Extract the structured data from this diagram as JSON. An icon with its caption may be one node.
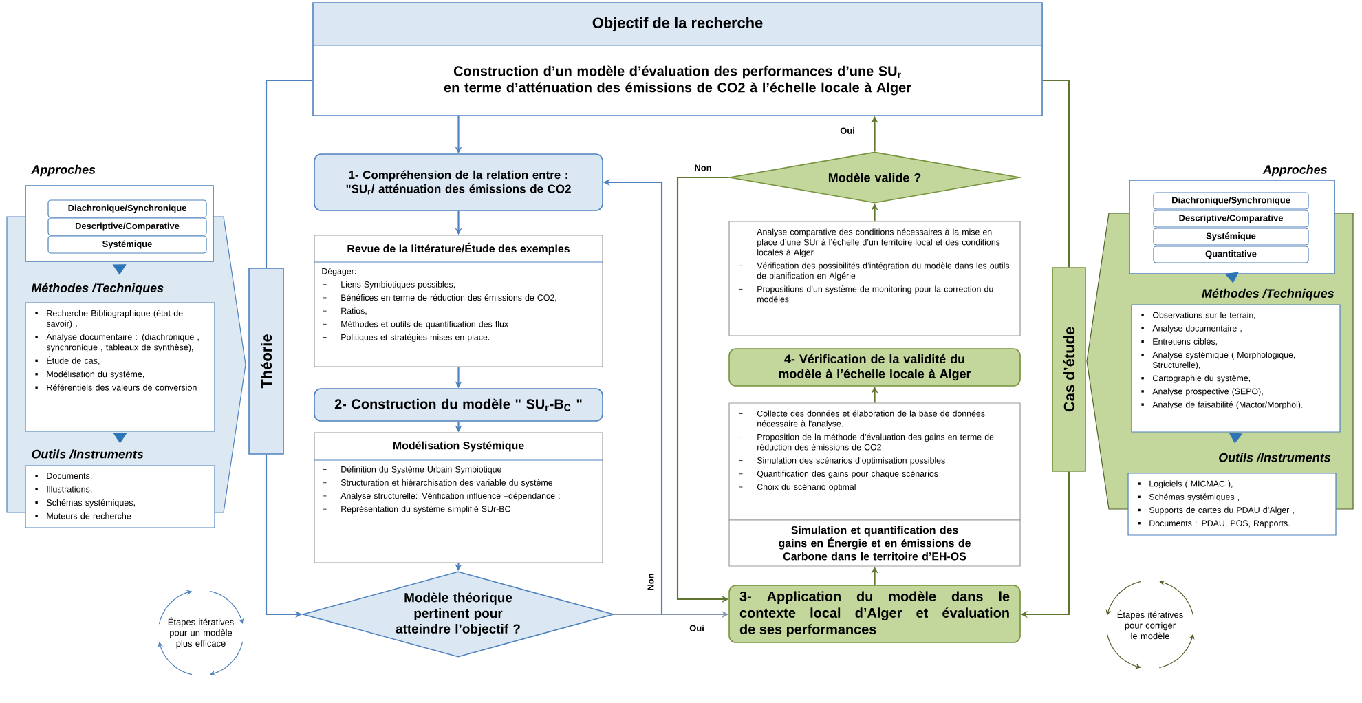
{
  "diagram": {
    "nodes": [
      {
        "text": [
          "Objectif de la recherche",
          "Construction d’un modèle d’évaluation des performances d’une SU$_{r}$ en terme d’atténuation des émissions de CO2 à l’échelle locale à Alger"
        ]
      },
      {
        "text": [
          "Théorie"
        ]
      },
      {
        "text": [
          "Approches"
        ]
      },
      {
        "text": [
          "Diachronique/Synchronique"
        ],
        "in": 2
      },
      {
        "text": [
          "Descriptive/Comparative"
        ],
        "in": 2
      },
      {
        "text": [
          "Systémique"
        ],
        "in": 2
      },
      {
        "text": [
          "Méthodes /Techniques",
          "Recherche Bibliographique (état de savoir) ,",
          "Analyse documentaire : (diachronique , synchronique , tableaux de synthèse),",
          "Étude de cas,",
          "Modélisation du système,",
          "Référentiels des valeurs de conversion"
        ]
      },
      {
        "text": [
          "Outils /Instruments",
          "Documents,",
          "Illustrations,",
          "Schémas systémiques,",
          "Moteurs de recherche"
        ]
      },
      {
        "text": [
          "1- Compréhension de la relation entre : \"SU$_{r}$/ atténuation des émissions de CO2"
        ]
      },
      {
        "text": [
          "Revue de la littérature/Étude des exemples",
          "Dégager:",
          "Liens Symbiotiques possibles,",
          "Bénéfices en terme de réduction des émissions de CO2,",
          "Ratios,",
          "Méthodes et outils de quantification des flux",
          "Politiques et stratégies mises en place."
        ]
      },
      {
        "text": [
          "2- Construction du modèle \" SU$_{r}$-B$_{C}$ \""
        ]
      },
      {
        "text": [
          "Modélisation Systémique",
          "Définition du Système Urbain Symbiotique",
          "Structuration et hiérarchisation des variable du système",
          "Analyse structurelle: Vérification influence –dépendance :",
          "Représentation du système simplifié SUr-BC"
        ]
      },
      {
        "text": [
          "Modèle théorique pertinent pour atteindre l’objectif ?"
        ]
      },
      {
        "text": [
          "Modèle valide ?"
        ]
      },
      {
        "text": [
          "Analyse comparative des conditions nécessaires à la mise en place d’une SUr à l’échelle d’un territoire local et des conditions locales à Alger",
          "Vérification des possibilités d’intégration du modèle dans les outils de planification en Algérie",
          "Propositions d’un système de monitoring pour la correction du modèles"
        ]
      },
      {
        "text": [
          "4- Vérification de la validité du modèle à l’échelle locale à Alger"
        ]
      },
      {
        "text": [
          "Collecte des données et élaboration de la base de données nécessaire à l'analyse.",
          "Proposition de la méthode d’évaluation des gains en terme de réduction des émissions de CO2",
          "Simulation des scénarios d’optimisation possibles",
          "Quantification des gains pour chaque scénarios",
          "Choix du scénario optimal"
        ]
      },
      {
        "text": [
          "Simulation et quantification des gains en Énergie et en émissions de Carbone dans le territoire d’EH-OS"
        ]
      },
      {
        "text": [
          "3- Application du modèle dans le contexte local d’Alger et évaluation de ses performances"
        ]
      },
      {
        "text": [
          "Cas d’étude"
        ]
      },
      {
        "text": [
          "Approches"
        ]
      },
      {
        "text": [
          "Diachronique/Synchronique"
        ],
        "in": 20
      },
      {
        "text": [
          "Descriptive/Comparative"
        ],
        "in": 20
      },
      {
        "text": [
          "Systémique"
        ],
        "in": 20
      },
      {
        "text": [
          "Quantitative"
        ],
        "in": 20
      },
      {
        "text": [
          "Méthodes /Techniques",
          "Observations sur le terrain,",
          "Analyse documentaire ,",
          "Entretiens ciblés,",
          "Analyse systémique ( Morphologique, Structurelle),",
          "Cartographie du système,",
          "Analyse prospective (SEPO),",
          "Analyse de faisabilité (Mactor/Morphol)."
        ]
      },
      {
        "text": [
          "Outils /Instruments",
          "Logiciels ( MICMAC ),",
          "Schémas systémiques ,",
          "Supports de cartes du PDAU d’Alger ,",
          "Documents : PDAU, POS, Rapports."
        ]
      }
    ],
    "edges": [
      {
        "from": 0,
        "to": 8,
        "arrow": "to"
      },
      {
        "from": 8,
        "to": 9,
        "arrow": "to"
      },
      {
        "from": 9,
        "to": 10,
        "arrow": "to"
      },
      {
        "from": 10,
        "to": 11,
        "arrow": "to"
      },
      {
        "from": 11,
        "to": 12,
        "arrow": "to"
      },
      {
        "from": 0,
        "to": 1,
        "arrow": "none"
      },
      {
        "from": 1,
        "to": 12,
        "arrow": "to"
      },
      {
        "from": 12,
        "to": 8,
        "arrow": "to",
        "label": "Non"
      },
      {
        "from": 12,
        "to": 18,
        "arrow": "to",
        "label": "Oui",
        "color": "#8497b0"
      },
      {
        "from": 18,
        "to": 17,
        "arrow": "to",
        "color": "#5f7530"
      },
      {
        "from": 16,
        "to": 15,
        "arrow": "to",
        "color": "#5f7530"
      },
      {
        "from": 14,
        "to": 13,
        "arrow": "to",
        "color": "#5f7530"
      },
      {
        "from": 13,
        "to": 0,
        "arrow": "to",
        "label": "Oui",
        "color": "#5f7530"
      },
      {
        "from": 13,
        "to": 18,
        "arrow": "to",
        "label": "Non",
        "color": "#5f7530"
      },
      {
        "from": 0,
        "to": 19,
        "arrow": "none",
        "color": "#5f7530"
      },
      {
        "from": 19,
        "to": 18,
        "arrow": "to",
        "color": "#5f7530"
      },
      {
        "from": 2,
        "to": 6,
        "arrow": "to",
        "color": "#2e75b6"
      },
      {
        "from": 6,
        "to": 7,
        "arrow": "to",
        "color": "#2e75b6"
      },
      {
        "from": 20,
        "to": 25,
        "arrow": "to",
        "color": "#2e75b6"
      },
      {
        "from": 25,
        "to": 26,
        "arrow": "to",
        "color": "#2e75b6"
      }
    ],
    "labels": [
      "Étapes itératives pour un modèle plus efficace",
      "Étapes itératives pour corriger le modèle"
    ]
  }
}
